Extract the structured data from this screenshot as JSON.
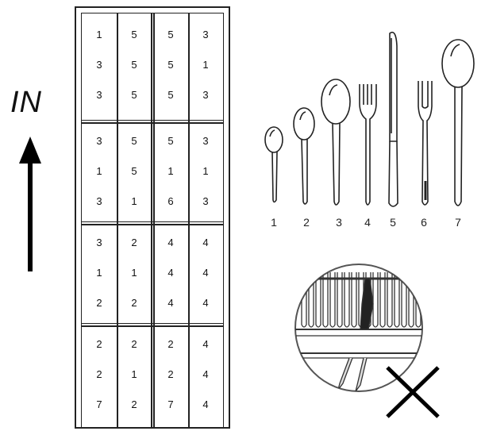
{
  "direction_label": "IN",
  "basket": {
    "sections": [
      {
        "rows": [
          [
            "1",
            "5",
            "5",
            "3"
          ],
          [
            "3",
            "5",
            "5",
            "1"
          ],
          [
            "3",
            "5",
            "5",
            "3"
          ]
        ]
      },
      {
        "rows": [
          [
            "3",
            "5",
            "5",
            "3"
          ],
          [
            "1",
            "5",
            "1",
            "1"
          ],
          [
            "3",
            "1",
            "6",
            "3"
          ]
        ]
      },
      {
        "rows": [
          [
            "3",
            "2",
            "4",
            "4"
          ],
          [
            "1",
            "1",
            "4",
            "4"
          ],
          [
            "2",
            "2",
            "4",
            "4"
          ]
        ]
      },
      {
        "rows": [
          [
            "2",
            "2",
            "2",
            "4"
          ],
          [
            "2",
            "1",
            "2",
            "4"
          ],
          [
            "7",
            "2",
            "7",
            "4"
          ]
        ]
      }
    ]
  },
  "cutlery": {
    "items": [
      {
        "label": "1",
        "icon": "small-spoon-icon"
      },
      {
        "label": "2",
        "icon": "teaspoon-icon"
      },
      {
        "label": "3",
        "icon": "dessert-spoon-icon"
      },
      {
        "label": "4",
        "icon": "fork-icon"
      },
      {
        "label": "5",
        "icon": "knife-icon"
      },
      {
        "label": "6",
        "icon": "serving-fork-icon"
      },
      {
        "label": "7",
        "icon": "serving-spoon-icon"
      }
    ]
  },
  "detail": {
    "icon": "incorrect-loading-detail-icon",
    "mark": "x-mark-icon"
  }
}
